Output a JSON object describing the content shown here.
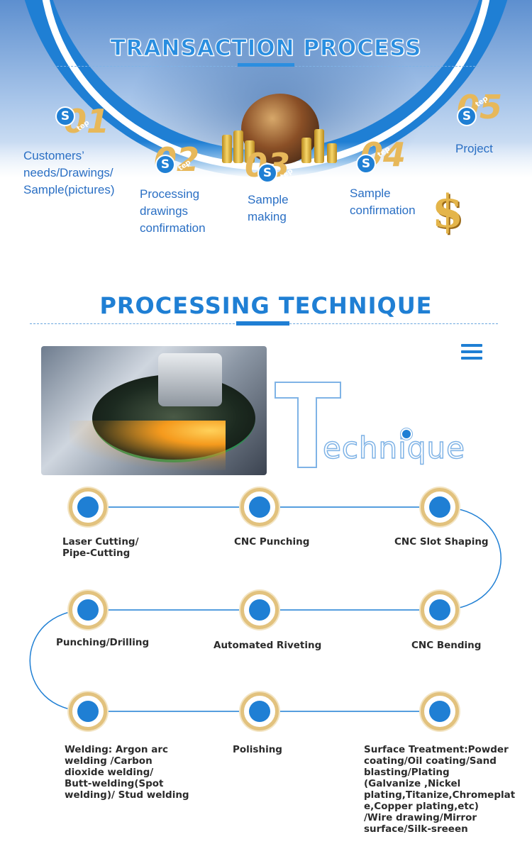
{
  "transaction": {
    "title": "TRANSACTION PROCESS",
    "steps": [
      {
        "num": "01",
        "badge": "S",
        "tep": "tep",
        "label_lines": [
          "Customers’",
          "needs/Drawings/",
          "Sample(pictures)"
        ]
      },
      {
        "num": "02",
        "badge": "S",
        "tep": "tep",
        "label_lines": [
          "Processing",
          "drawings",
          "confirmation"
        ]
      },
      {
        "num": "03",
        "badge": "S",
        "tep": "tep",
        "label_lines": [
          "Sample",
          "making"
        ]
      },
      {
        "num": "04",
        "badge": "S",
        "tep": "tep",
        "label_lines": [
          "Sample",
          "confirmation"
        ]
      },
      {
        "num": "05",
        "badge": "S",
        "tep": "tep",
        "label_lines": [
          "Project"
        ]
      }
    ],
    "dollar_symbol": "$"
  },
  "technique": {
    "title": "PROCESSING TECHNIQUE",
    "word_rest": "echnique",
    "menu_icon": "hamburger-menu-icon",
    "nodes": [
      {
        "lines": [
          "Laser Cutting/",
          "Pipe-Cutting"
        ]
      },
      {
        "lines": [
          "CNC Punching"
        ]
      },
      {
        "lines": [
          "CNC Slot Shaping"
        ]
      },
      {
        "lines": [
          "CNC Bending"
        ]
      },
      {
        "lines": [
          "Automated Riveting"
        ]
      },
      {
        "lines": [
          "Punching/Drilling"
        ]
      },
      {
        "lines": [
          "Welding: Argon arc",
          "welding /Carbon",
          "dioxide welding/",
          "Butt-welding(Spot",
          "welding)/ Stud welding"
        ]
      },
      {
        "lines": [
          "Polishing"
        ]
      },
      {
        "lines": [
          "Surface Treatment:Powder",
          "coating/Oil coating/Sand",
          "blasting/Plating",
          "(Galvanize ,Nickel",
          "plating,Titanize,Chromeplat",
          "e,Copper plating,etc)",
          "/Wire drawing/Mirror",
          "surface/Silk-sreeen"
        ]
      }
    ]
  },
  "colors": {
    "accent": "#1f7fd4",
    "gold": "#e2c27e",
    "label_blue": "#2a6fc4"
  }
}
